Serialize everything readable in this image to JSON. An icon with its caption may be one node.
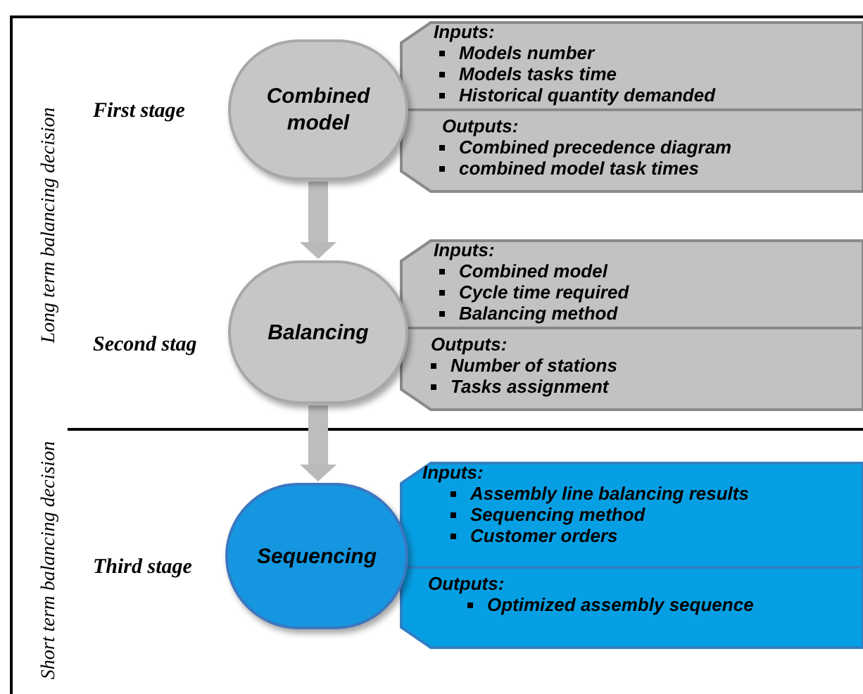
{
  "diagram": {
    "nodes": [
      {
        "text": [
          "Combined model"
        ],
        "beside": [
          "First stage"
        ]
      },
      {
        "text": [
          "Inputs:",
          "Models number",
          "Models tasks time",
          "Historical quantity demanded"
        ]
      },
      {
        "text": [
          "Outputs:",
          "Combined precedence diagram",
          "combined model task times"
        ]
      },
      {
        "text": [
          "Balancing"
        ],
        "beside": [
          "Second stag"
        ]
      },
      {
        "text": [
          "Inputs:",
          "Combined model",
          "Cycle time required",
          "Balancing method"
        ]
      },
      {
        "text": [
          "Outputs:",
          "Number of stations",
          "Tasks assignment"
        ]
      },
      {
        "text": [
          "Sequencing"
        ],
        "beside": [
          "Third stage"
        ]
      },
      {
        "text": [
          "Inputs:",
          "Assembly line balancing results",
          "Sequencing  method",
          "Customer orders"
        ]
      },
      {
        "text": [
          "Outputs:",
          "Optimized assembly sequence"
        ]
      }
    ],
    "edges": [
      {
        "from": 0,
        "to": 3,
        "arrow": "to"
      },
      {
        "from": 3,
        "to": 6,
        "arrow": "to"
      }
    ],
    "labels": [
      "Long term balancing decision",
      "Short term balancing decision"
    ]
  }
}
